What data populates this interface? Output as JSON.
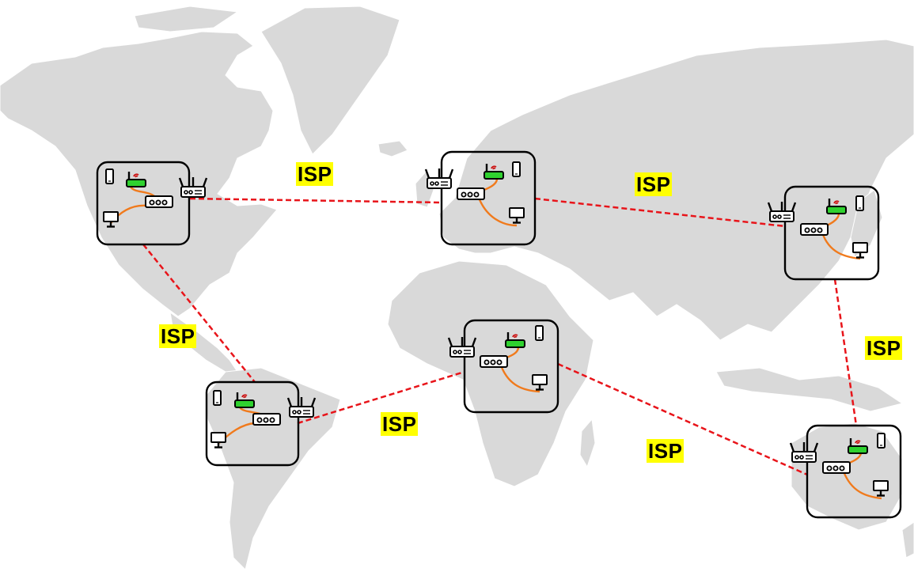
{
  "isp_label": "ISP",
  "colors": {
    "land": "#d9d9d9",
    "border": "#ffffff",
    "link": "#e8141a",
    "cable": "#f07a1c",
    "router_led": "#2fd12f",
    "wifi": "#cc1111",
    "isp_bg": "#ffff00"
  },
  "networks": [
    {
      "id": "north-america",
      "devices": [
        "phone-icon",
        "wifi-router-icon",
        "switch-icon",
        "desktop-icon",
        "gateway-router-icon"
      ]
    },
    {
      "id": "europe",
      "devices": [
        "phone-icon",
        "wifi-router-icon",
        "switch-icon",
        "desktop-icon",
        "gateway-router-icon"
      ]
    },
    {
      "id": "east-asia",
      "devices": [
        "phone-icon",
        "wifi-router-icon",
        "switch-icon",
        "desktop-icon",
        "gateway-router-icon"
      ]
    },
    {
      "id": "south-america",
      "devices": [
        "phone-icon",
        "wifi-router-icon",
        "switch-icon",
        "desktop-icon",
        "gateway-router-icon"
      ]
    },
    {
      "id": "africa",
      "devices": [
        "phone-icon",
        "wifi-router-icon",
        "switch-icon",
        "desktop-icon",
        "gateway-router-icon"
      ]
    },
    {
      "id": "australia",
      "devices": [
        "phone-icon",
        "wifi-router-icon",
        "switch-icon",
        "desktop-icon",
        "gateway-router-icon"
      ]
    }
  ],
  "links": [
    {
      "from": "north-america",
      "to": "europe"
    },
    {
      "from": "europe",
      "to": "east-asia"
    },
    {
      "from": "north-america",
      "to": "south-america"
    },
    {
      "from": "south-america",
      "to": "africa"
    },
    {
      "from": "africa",
      "to": "australia"
    },
    {
      "from": "east-asia",
      "to": "australia"
    }
  ]
}
